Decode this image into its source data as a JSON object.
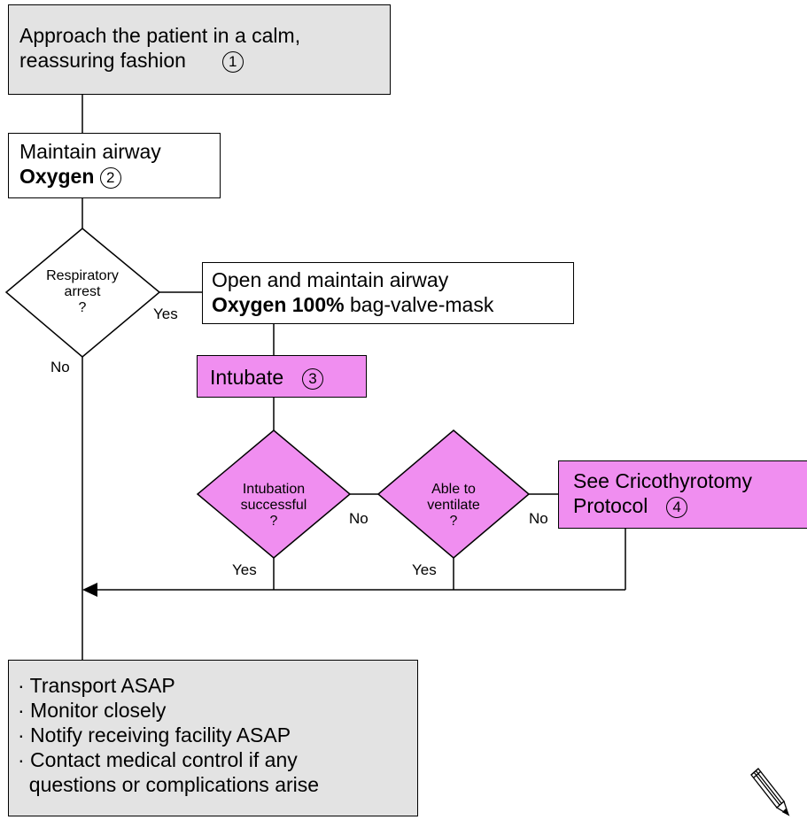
{
  "boxes": {
    "approach": {
      "line1": "Approach the patient in a calm,",
      "line2": "reassuring fashion",
      "num": "1"
    },
    "airway": {
      "line1": "Maintain airway",
      "bold": "Oxygen",
      "num": "2"
    },
    "open_airway": {
      "line1": "Open and maintain airway",
      "bold": "Oxygen 100%",
      "rest": " bag-valve-mask"
    },
    "intubate": {
      "label": "Intubate",
      "num": "3"
    },
    "crico": {
      "line1": "See Cricothyrotomy",
      "line2": "Protocol",
      "num": "4"
    },
    "final": {
      "items": [
        "· Transport ASAP",
        "· Monitor closely",
        "· Notify receiving facility ASAP",
        "· Contact medical control if any",
        "  questions or complications arise"
      ]
    }
  },
  "decisions": {
    "respiratory": {
      "line1": "Respiratory",
      "line2": "arrest",
      "line3": "?"
    },
    "intubation": {
      "line1": "Intubation",
      "line2": "successful",
      "line3": "?"
    },
    "ventilate": {
      "line1": "Able to",
      "line2": "ventilate",
      "line3": "?"
    }
  },
  "labels": {
    "resp_yes": "Yes",
    "resp_no": "No",
    "intub_no": "No",
    "intub_yes": "Yes",
    "vent_no": "No",
    "vent_yes": "Yes"
  },
  "colors": {
    "gray_fill": "#e3e3e3",
    "pink_fill": "#f08ef0",
    "line": "#000000"
  },
  "icons": {
    "corner": "pencil-icon"
  }
}
